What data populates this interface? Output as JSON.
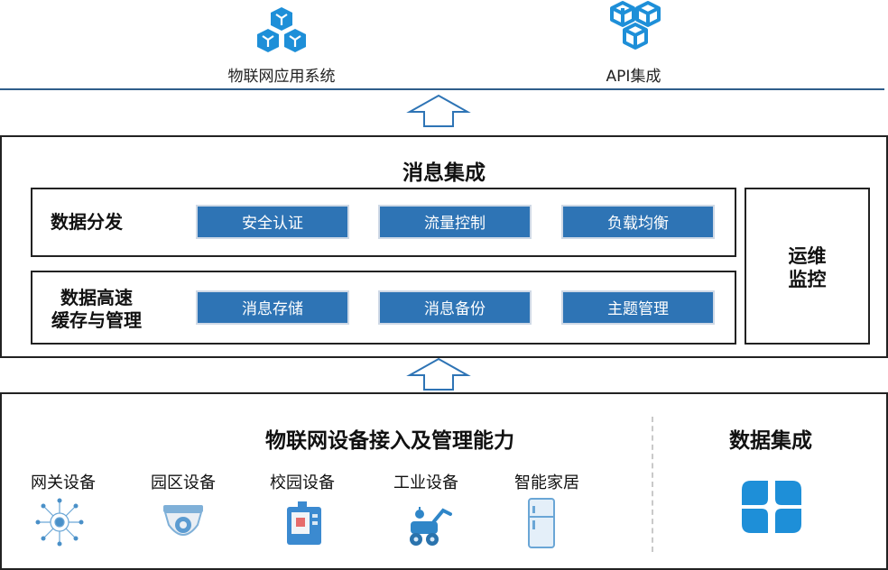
{
  "top": {
    "systems": [
      {
        "label": "物联网应用系统",
        "icon": "cubes-icon"
      },
      {
        "label": "API集成",
        "icon": "hexagon-cubes-icon"
      }
    ]
  },
  "middle": {
    "title": "消息集成",
    "rows": [
      {
        "label": "数据分发",
        "items": [
          "安全认证",
          "流量控制",
          "负载均衡"
        ]
      },
      {
        "label_line1": "数据高速",
        "label_line2": "缓存与管理",
        "items": [
          "消息存储",
          "消息备份",
          "主题管理"
        ]
      }
    ],
    "side": {
      "line1": "运维",
      "line2": "监控"
    }
  },
  "bottom": {
    "title": "物联网设备接入及管理能力",
    "devices": [
      {
        "label": "网关设备",
        "icon": "gateway-icon"
      },
      {
        "label": "园区设备",
        "icon": "camera-icon"
      },
      {
        "label": "校园设备",
        "icon": "campus-device-icon"
      },
      {
        "label": "工业设备",
        "icon": "robot-icon"
      },
      {
        "label": "智能家居",
        "icon": "fridge-icon"
      }
    ],
    "integration": {
      "title": "数据集成",
      "icon": "four-leaf-icon"
    }
  },
  "colors": {
    "accent": "#2e74b5",
    "line": "#2f5d8a",
    "icon_blue": "#1e8fd8"
  }
}
